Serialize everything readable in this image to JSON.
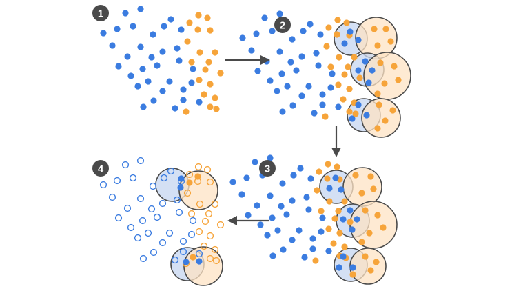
{
  "colors": {
    "blue": "#3b7ce0",
    "orange": "#f6a43a",
    "blue_fill": "#c5d6f0",
    "orange_fill": "#fde3c4",
    "ring": "#4a4a4a",
    "arrow": "#4a4a4a",
    "badge": "#4a4a4a",
    "badge_text": "#ffffff"
  },
  "steps": [
    {
      "label": "1"
    },
    {
      "label": "2"
    },
    {
      "label": "3"
    },
    {
      "label": "4"
    }
  ],
  "icons": {
    "arrow": "arrow-icon"
  }
}
